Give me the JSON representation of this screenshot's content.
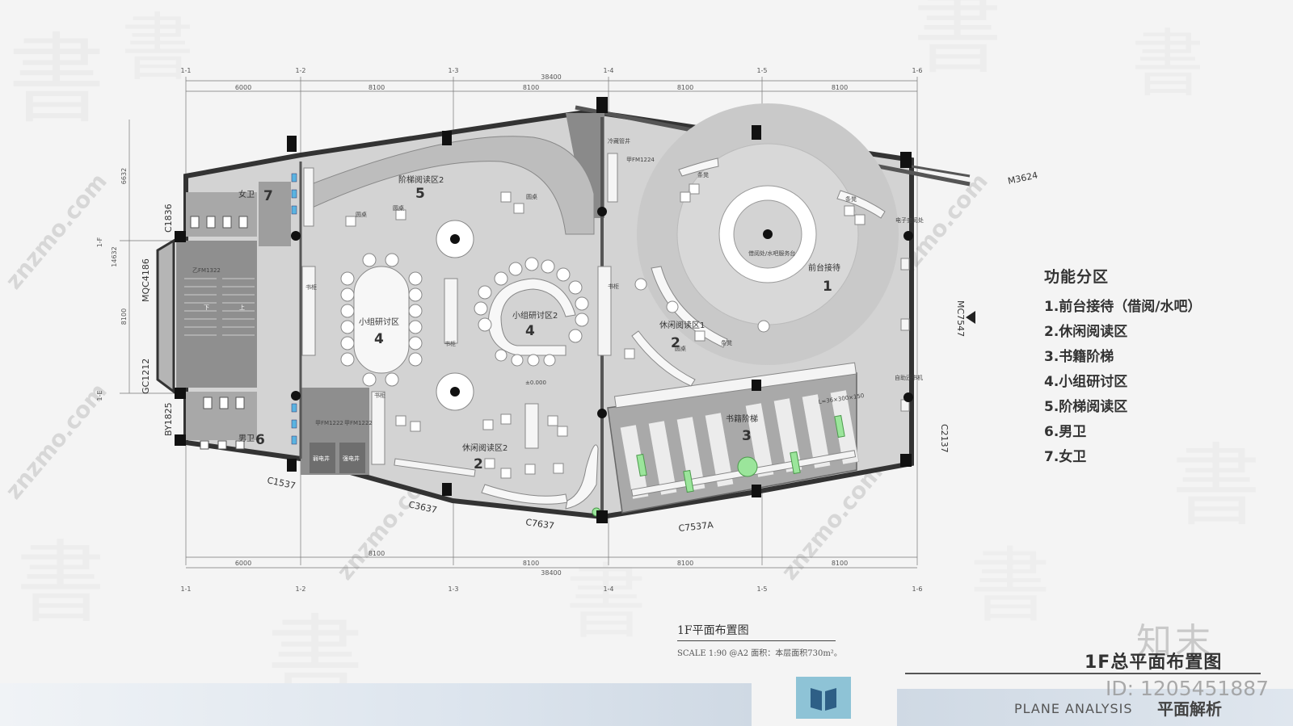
{
  "legend": {
    "title": "功能分区",
    "items": [
      "1.前台接待（借阅/水吧）",
      "2.休闲阅读区",
      "3.书籍阶梯",
      "4.小组研讨区",
      "5.阶梯阅读区",
      "6.男卫",
      "7.女卫"
    ]
  },
  "plan": {
    "title": "1F平面布置图",
    "scale": "SCALE  1:90  @A2  面积：本层面积730m²。",
    "main_title": "1F总平面布置图",
    "english_subtitle": "PLANE ANALYSIS",
    "chinese_subtitle": "平面解析",
    "image_id": "ID: 1205451887",
    "brand": "知末"
  },
  "grid": {
    "axis_labels": [
      "1-1",
      "1-2",
      "1-3",
      "1-4",
      "1-5",
      "1-6"
    ],
    "spans": [
      "6000",
      "8100",
      "8100",
      "8100",
      "8100"
    ],
    "total": "38400",
    "left_labels": [
      "1-F",
      "1-E"
    ],
    "left_dims": [
      "6632",
      "14632",
      "8100"
    ]
  },
  "zones": {
    "z1": {
      "name": "前台接待",
      "num": "1"
    },
    "z2a": {
      "name": "休闲阅读区1",
      "num": "2"
    },
    "z2b": {
      "name": "休闲阅读区2",
      "num": "2"
    },
    "z3": {
      "name": "书籍阶梯",
      "num": "3"
    },
    "z4a": {
      "name": "小组研讨区",
      "num": "4"
    },
    "z4b": {
      "name": "小组研讨区2",
      "num": "4"
    },
    "z5": {
      "name": "阶梯阅读区2",
      "num": "5"
    },
    "z6": {
      "name": "男卫",
      "num": "6"
    },
    "z7": {
      "name": "女卫",
      "num": "7"
    }
  },
  "labels": {
    "door_m3624": "M3624",
    "door_mc7547": "MC7547",
    "win_c2137": "C2137",
    "win_c7537a": "C7537A",
    "win_c7637": "C7637",
    "win_c3637": "C3637",
    "win_c1537": "C1537",
    "win_by1825": "BY1825",
    "win_gc1212": "GC1212",
    "win_mqc4186": "MQC4186",
    "win_c1836": "C1836",
    "service_desk": "借阅处/水吧服务台",
    "e_query": "电子查阅处",
    "self_return": "自助还书机",
    "bench1": "条凳",
    "bench2": "条凳",
    "bench3": "条凳",
    "round_table1": "圆桌",
    "round_table2": "圆桌",
    "round_table3": "圆桌",
    "round_table4": "圆桌",
    "book_cabinet1": "书柜",
    "book_cabinet2": "书柜",
    "book_cabinet3": "书柜",
    "book_cabinet4": "书柜",
    "elevation": "±0.000",
    "stair_spec": "L=36×300×150",
    "fm1222a": "甲FM1222",
    "fm1222b": "甲FM1222",
    "fm1224": "甲FM1224",
    "fm1322": "乙FM1322",
    "weak_shaft": "弱电井",
    "strong_shaft": "强电井",
    "down": "下",
    "up": "上",
    "cold_room": "冷藏管井",
    "watermark": "znzmo.com"
  },
  "colors": {
    "wall": "#3a3a3a",
    "floor": "#d0d0d0",
    "dark_floor": "#9a9a9a",
    "accent_green": "#9be59b"
  }
}
